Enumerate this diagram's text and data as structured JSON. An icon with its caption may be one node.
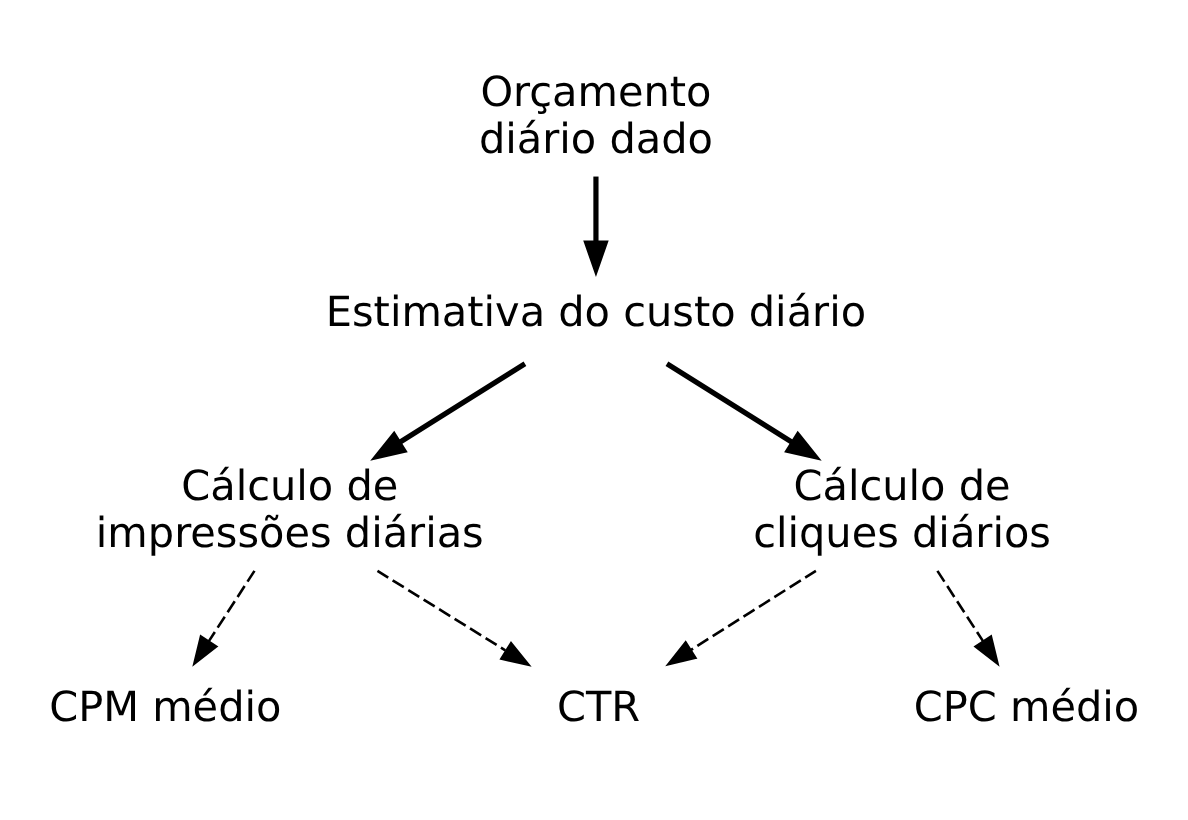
{
  "diagram": {
    "nodes": [
      {
        "text": [
          "Orçamento diário dado"
        ]
      },
      {
        "text": [
          "Estimativa do custo diário"
        ]
      },
      {
        "text": [
          "Cálculo de impressões diárias"
        ]
      },
      {
        "text": [
          "Cálculo de cliques diários"
        ]
      },
      {
        "text": [
          "CPM médio"
        ]
      },
      {
        "text": [
          "CPC médio"
        ]
      },
      {
        "text": [
          "CTR"
        ]
      }
    ],
    "edges": [
      {
        "from": 0,
        "to": 1,
        "arrow": "to"
      },
      {
        "from": 1,
        "to": 2,
        "arrow": "to"
      },
      {
        "from": 1,
        "to": 3,
        "arrow": "to"
      },
      {
        "from": 2,
        "to": 4,
        "arrow": "to",
        "style": "dashed"
      },
      {
        "from": 3,
        "to": 5,
        "arrow": "to",
        "style": "dashed"
      },
      {
        "from": 2,
        "to": 6,
        "arrow": "to",
        "style": "dashed"
      },
      {
        "from": 3,
        "to": 6,
        "arrow": "to",
        "style": "dashed"
      }
    ]
  }
}
